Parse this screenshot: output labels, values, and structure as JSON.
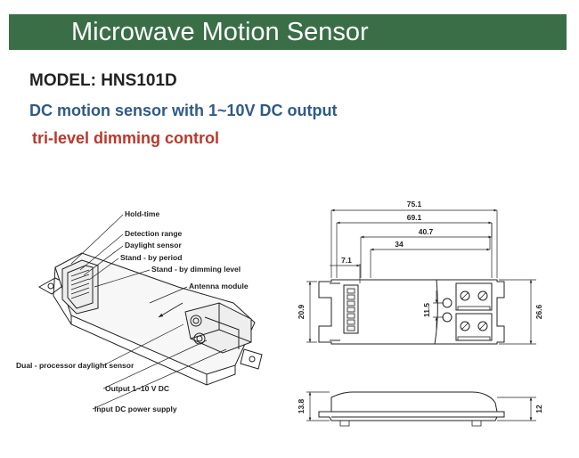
{
  "header": {
    "title": "Microwave Motion Sensor"
  },
  "model": "MODEL: HNS101D",
  "subtitle": "DC motion sensor with 1~10V DC output",
  "tagline": "tri-level dimming control",
  "perspective_labels": {
    "hold_time": "Hold-time",
    "detection_range": "Detection range",
    "daylight_sensor": "Daylight sensor",
    "stand_by_period": "Stand - by period",
    "stand_by_dimming": "Stand - by dimming level",
    "antenna_module": "Antenna module",
    "dual_processor": "Dual - processor daylight sensor",
    "output": "Output 1~10 V DC",
    "input": "Input DC power supply"
  },
  "dimensions": {
    "overall_length": "75.1",
    "mount_length": "69.1",
    "terminal_offset": "40.7",
    "inner_offset": "34",
    "switch_width": "7.1",
    "height_left": "20.9",
    "terminal_gap": "11.5",
    "height_right": "26.6",
    "side_height": "13.8",
    "side_height_right": "12"
  },
  "colors": {
    "banner": "#3a6e46",
    "subtitle": "#2f5a8a",
    "tagline": "#b8392c"
  }
}
